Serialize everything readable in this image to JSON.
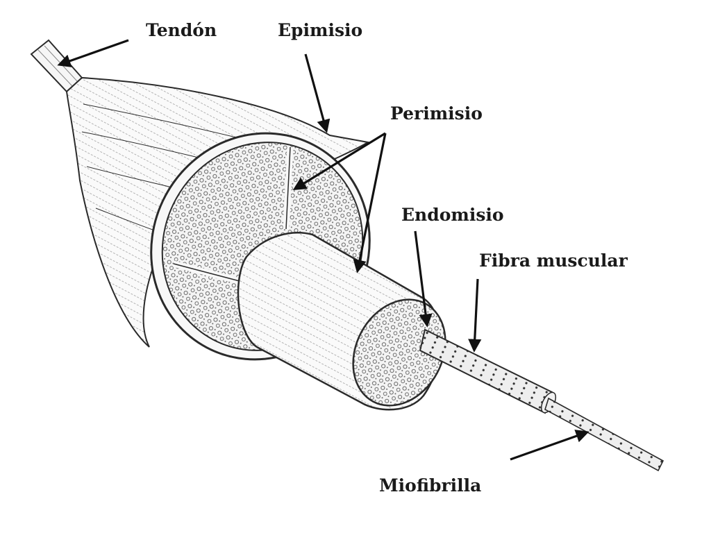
{
  "labels": {
    "tendon": "Tendón",
    "epimisio": "Epimisio",
    "perimisio": "Perimisio",
    "endomisio": "Endomisio",
    "fibra_muscular": "Fibra muscular",
    "miofibrilla": "Miofibrilla"
  },
  "colors": {
    "ink": "#2a2a2a",
    "arrow": "#111111",
    "background": "#ffffff"
  }
}
